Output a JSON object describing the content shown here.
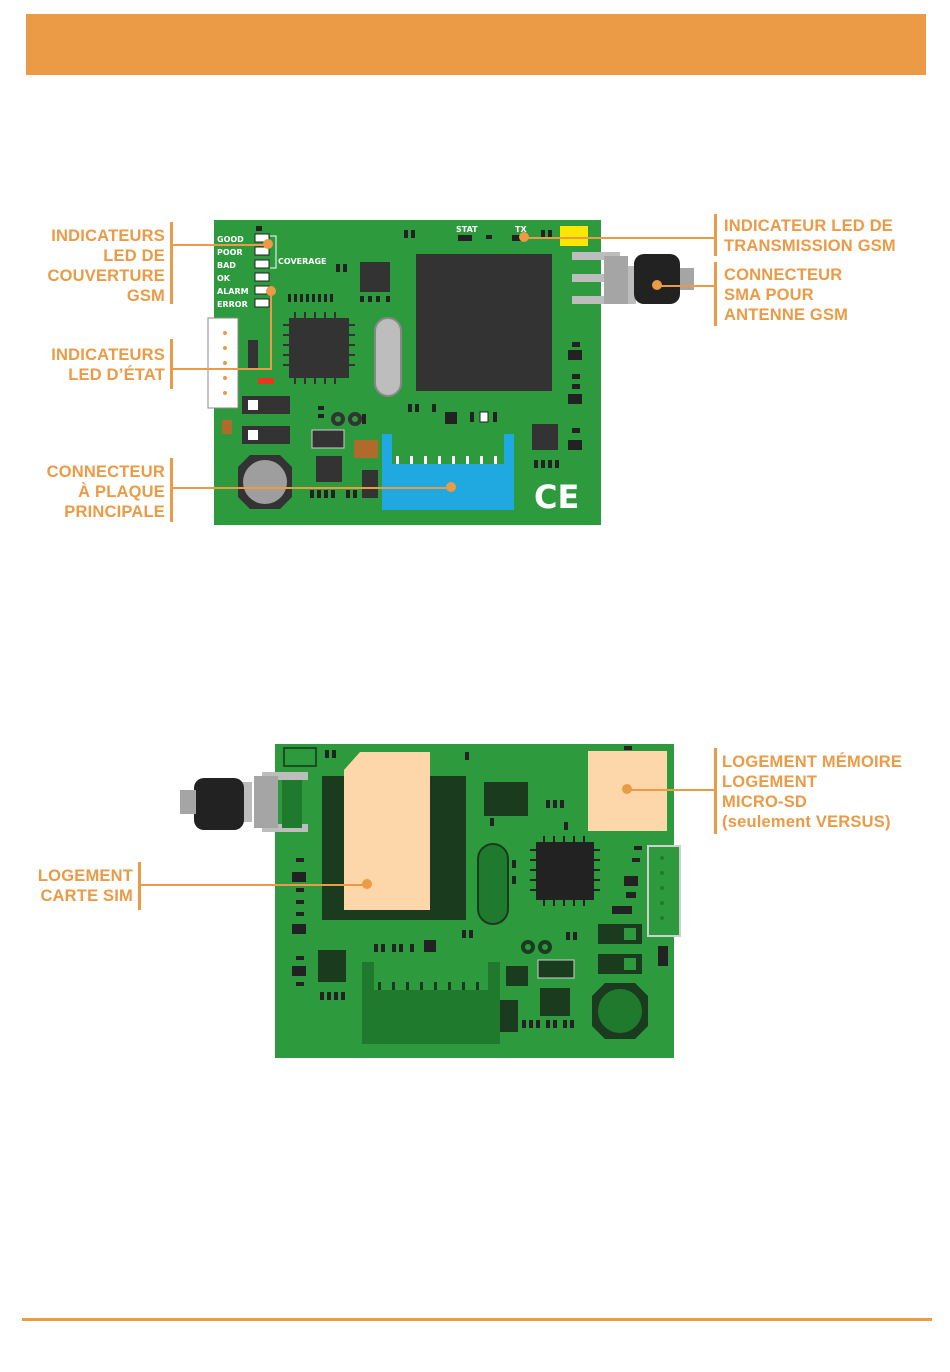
{
  "theme": {
    "accent": "#eb9a45",
    "pcb_green": "#2d9b3d",
    "pcb_dark_green": "#1f7a2e",
    "chip_dark": "#333333",
    "connector_blue": "#1fa9e0",
    "sim_peach": "#fdd6a9",
    "led_yellow": "#ffe600"
  },
  "top_board": {
    "led_labels": [
      "GOOD",
      "POOR",
      "BAD",
      "OK",
      "ALARM",
      "ERROR"
    ],
    "coverage_label": "COVERAGE",
    "stat_label": "STAT",
    "tx_label": "TX",
    "ce_mark": "CE",
    "callouts": {
      "coverage_leds": [
        "INDICATEURS",
        "LED DE",
        "COUVERTURE",
        "GSM"
      ],
      "status_leds": [
        "INDICATEURS",
        "LED D’ÉTAT"
      ],
      "main_connector": [
        "CONNECTEUR",
        "À PLAQUE",
        "PRINCIPALE"
      ],
      "tx_led": [
        "INDICATEUR LED DE",
        "TRANSMISSION GSM"
      ],
      "sma_connector": [
        "CONNECTEUR",
        "SMA POUR",
        "ANTENNE GSM"
      ]
    }
  },
  "bottom_board": {
    "callouts": {
      "memory_slot": [
        "LOGEMENT MÉMOIRE",
        "LOGEMENT",
        "MICRO-SD",
        "(seulement VERSUS)"
      ],
      "sim_slot": [
        "LOGEMENT",
        "CARTE SIM"
      ]
    }
  }
}
